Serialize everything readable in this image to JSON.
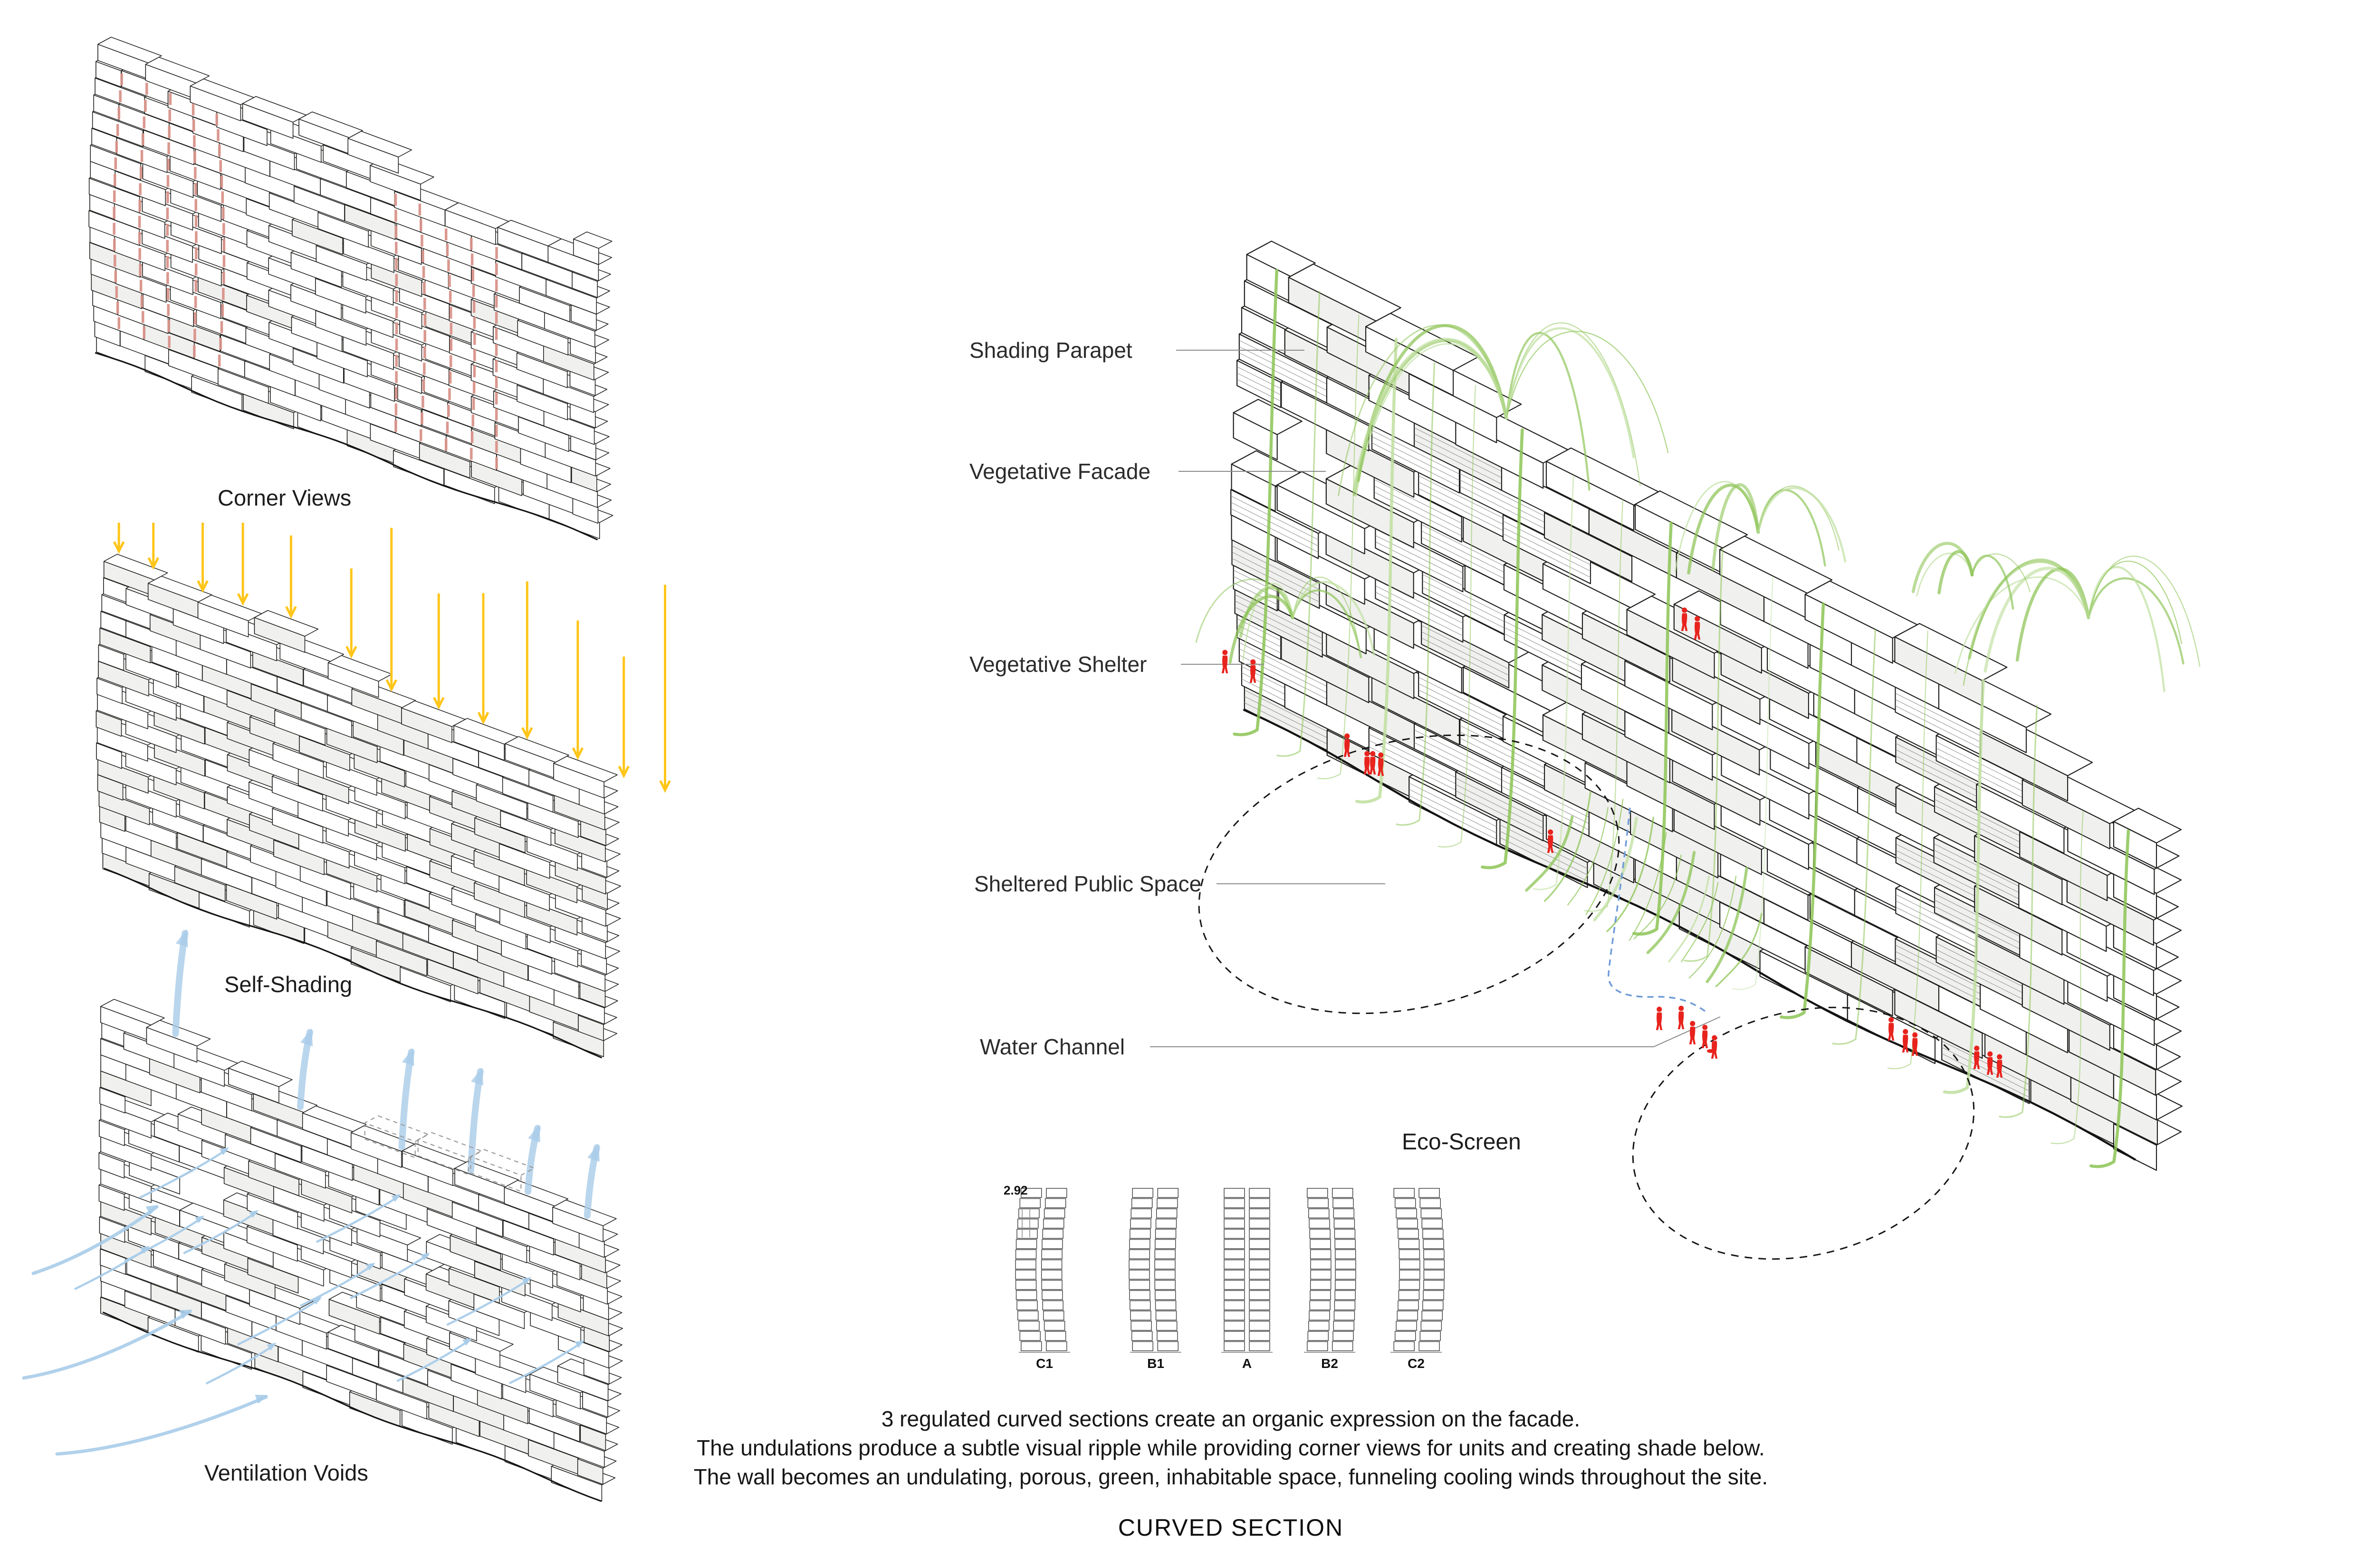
{
  "page": {
    "background": "#ffffff"
  },
  "left_diagrams": [
    {
      "label": "Corner Views"
    },
    {
      "label": "Self-Shading"
    },
    {
      "label": "Ventilation Voids"
    }
  ],
  "main_diagram": {
    "label": "Eco-Screen",
    "callouts": [
      {
        "label": "Shading Parapet"
      },
      {
        "label": "Vegetative Facade"
      },
      {
        "label": "Vegetative Shelter"
      },
      {
        "label": "Sheltered Public Space"
      },
      {
        "label": "Water Channel"
      }
    ]
  },
  "section_key": {
    "dimension_label": "2.92",
    "sections": [
      {
        "label": "C1"
      },
      {
        "label": "B1"
      },
      {
        "label": "A"
      },
      {
        "label": "B2"
      },
      {
        "label": "C2"
      }
    ]
  },
  "caption": {
    "lines": [
      "3 regulated curved sections create an organic expression on the facade.",
      "The undulations produce a subtle visual ripple while providing corner views for units and creating shade below.",
      "The wall becomes an undulating, porous, green, inhabitable space, funneling cooling winds throughout the site."
    ],
    "title": "CURVED SECTION"
  },
  "colors": {
    "line": "#1d1d1b",
    "face_white": "#ffffff",
    "face_gray": "#f0f0ee",
    "corner_highlight": "#d9938a",
    "sun_yellow": "#ffc61a",
    "wind_blue": "#a9cce9",
    "vegetation_green": "#8cc455",
    "vegetation_green_light": "#bfdf9f",
    "people_red": "#e8231d",
    "water_blue": "#6f9bd8",
    "leader_gray": "#8a8a8a",
    "dash_black": "#161616",
    "dash_gray": "#9b9b9b"
  }
}
